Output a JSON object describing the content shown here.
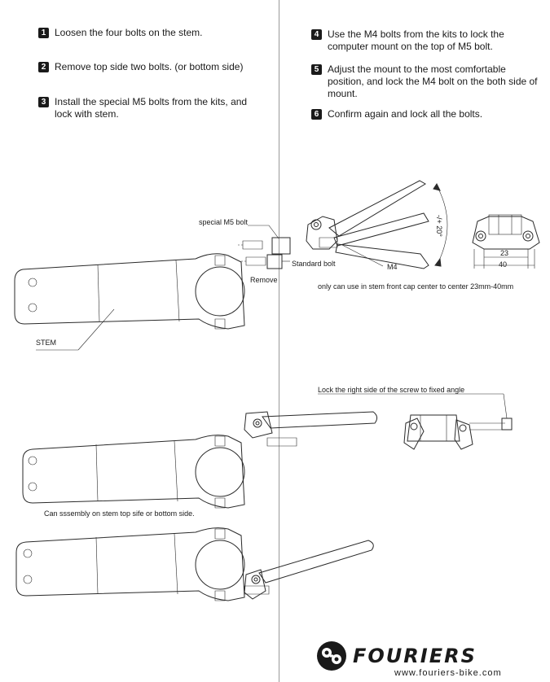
{
  "steps": [
    {
      "num": "1",
      "text": "Loosen the four bolts on the stem."
    },
    {
      "num": "2",
      "text": "Remove top side two bolts. (or bottom side)"
    },
    {
      "num": "3",
      "text": "Install the special M5 bolts from the kits, and lock with stem."
    },
    {
      "num": "4",
      "text": "Use the M4 bolts from the kits to lock the computer mount on the top of M5 bolt."
    },
    {
      "num": "5",
      "text": "Adjust the mount to the most comfortable position, and lock the M4 bolt on the both side of mount."
    },
    {
      "num": "6",
      "text": "Confirm again and lock all the bolts."
    }
  ],
  "labels": {
    "special_m5": "special M5 bolt",
    "standard_bolt": "Standard bolt",
    "remove": "Remove",
    "m4": "M4",
    "angle": "-/+ 20°",
    "dim_23": "23",
    "dim_40": "40",
    "range_note": "only can use in stem front cap center to center 23mm-40mm",
    "stem": "STEM",
    "lock_note": "Lock the right side of the screw to fixed angle",
    "assembly_note": "Can sssembly on stem top sife or bottom side."
  },
  "brand": {
    "name": "FOURIERS",
    "website": "www.fouriers-bike.com",
    "icon": "fouriers-logo-icon"
  }
}
